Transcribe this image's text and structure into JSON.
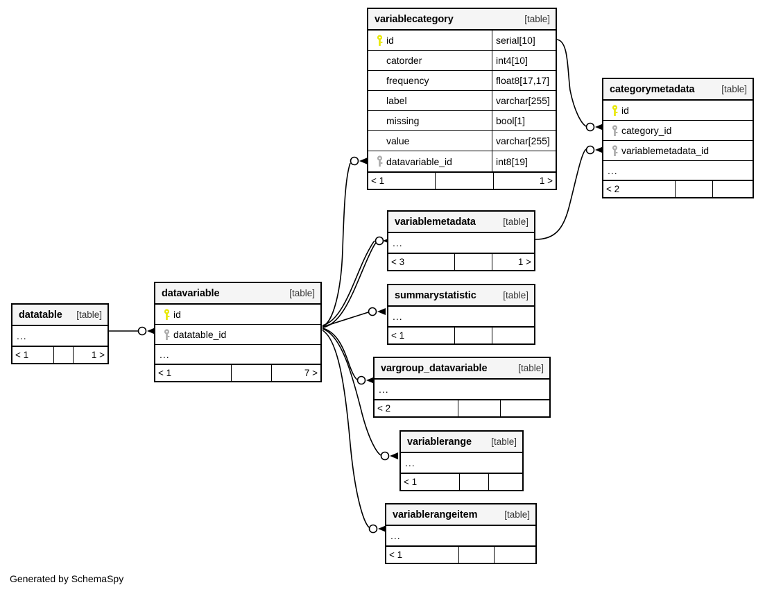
{
  "diagram": {
    "type": "database-schema-erd",
    "generator_credit": "Generated by SchemaSpy",
    "table_tag": "[table]",
    "ellipsis": "...",
    "colors": {
      "primary_key_icon": "#e8e800",
      "foreign_key_icon": "#aaaaaa",
      "header_background": "#f5f5f5",
      "border": "#000000",
      "body_background": "#ffffff"
    }
  },
  "tables": [
    {
      "id": "variablecategory",
      "name": "variablecategory",
      "tag": "[table]",
      "columns": [
        {
          "name": "id",
          "type": "serial[10]",
          "key": "primary"
        },
        {
          "name": "catorder",
          "type": "int4[10]",
          "key": "none"
        },
        {
          "name": "frequency",
          "type": "float8[17,17]",
          "key": "none"
        },
        {
          "name": "label",
          "type": "varchar[255]",
          "key": "none"
        },
        {
          "name": "missing",
          "type": "bool[1]",
          "key": "none"
        },
        {
          "name": "value",
          "type": "varchar[255]",
          "key": "none"
        },
        {
          "name": "datavariable_id",
          "type": "int8[19]",
          "key": "foreign"
        }
      ],
      "has_ellipsis_row": false,
      "footer": {
        "left": "< 1",
        "middle": "",
        "right": "1 >"
      }
    },
    {
      "id": "categorymetadata",
      "name": "categorymetadata",
      "tag": "[table]",
      "columns": [
        {
          "name": "id",
          "type": "",
          "key": "primary"
        },
        {
          "name": "category_id",
          "type": "",
          "key": "foreign"
        },
        {
          "name": "variablemetadata_id",
          "type": "",
          "key": "foreign"
        }
      ],
      "has_ellipsis_row": true,
      "footer": {
        "left": "< 2",
        "middle": "",
        "right": ""
      }
    },
    {
      "id": "variablemetadata",
      "name": "variablemetadata",
      "tag": "[table]",
      "columns": [],
      "has_ellipsis_row": true,
      "footer": {
        "left": "< 3",
        "middle": "",
        "right": "1 >"
      }
    },
    {
      "id": "summarystatistic",
      "name": "summarystatistic",
      "tag": "[table]",
      "columns": [],
      "has_ellipsis_row": true,
      "footer": {
        "left": "< 1",
        "middle": "",
        "right": ""
      }
    },
    {
      "id": "datavariable",
      "name": "datavariable",
      "tag": "[table]",
      "columns": [
        {
          "name": "id",
          "type": "",
          "key": "primary"
        },
        {
          "name": "datatable_id",
          "type": "",
          "key": "foreign"
        }
      ],
      "has_ellipsis_row": true,
      "footer": {
        "left": "< 1",
        "middle": "",
        "right": "7 >"
      }
    },
    {
      "id": "datatable",
      "name": "datatable",
      "tag": "[table]",
      "columns": [],
      "has_ellipsis_row": true,
      "footer": {
        "left": "< 1",
        "middle": "",
        "right": "1 >"
      }
    },
    {
      "id": "vargroup_datavariable",
      "name": "vargroup_datavariable",
      "tag": "[table]",
      "columns": [],
      "has_ellipsis_row": true,
      "footer": {
        "left": "< 2",
        "middle": "",
        "right": ""
      }
    },
    {
      "id": "variablerange",
      "name": "variablerange",
      "tag": "[table]",
      "columns": [],
      "has_ellipsis_row": true,
      "footer": {
        "left": "< 1",
        "middle": "",
        "right": ""
      }
    },
    {
      "id": "variablerangeitem",
      "name": "variablerangeitem",
      "tag": "[table]",
      "columns": [],
      "has_ellipsis_row": true,
      "footer": {
        "left": "< 1",
        "middle": "",
        "right": ""
      }
    }
  ],
  "relationships": [
    {
      "from": "variablecategory.id",
      "to": "categorymetadata.category_id"
    },
    {
      "from": "variablemetadata.id",
      "to": "categorymetadata.variablemetadata_id"
    },
    {
      "from": "datavariable.id",
      "to": "variablecategory.datavariable_id"
    },
    {
      "from": "datavariable.id",
      "to": "variablemetadata"
    },
    {
      "from": "datavariable.id",
      "to": "summarystatistic"
    },
    {
      "from": "datavariable.id",
      "to": "vargroup_datavariable"
    },
    {
      "from": "datavariable.id",
      "to": "variablerange"
    },
    {
      "from": "datavariable.id",
      "to": "variablerangeitem"
    },
    {
      "from": "datatable.id",
      "to": "datavariable.datatable_id"
    }
  ]
}
